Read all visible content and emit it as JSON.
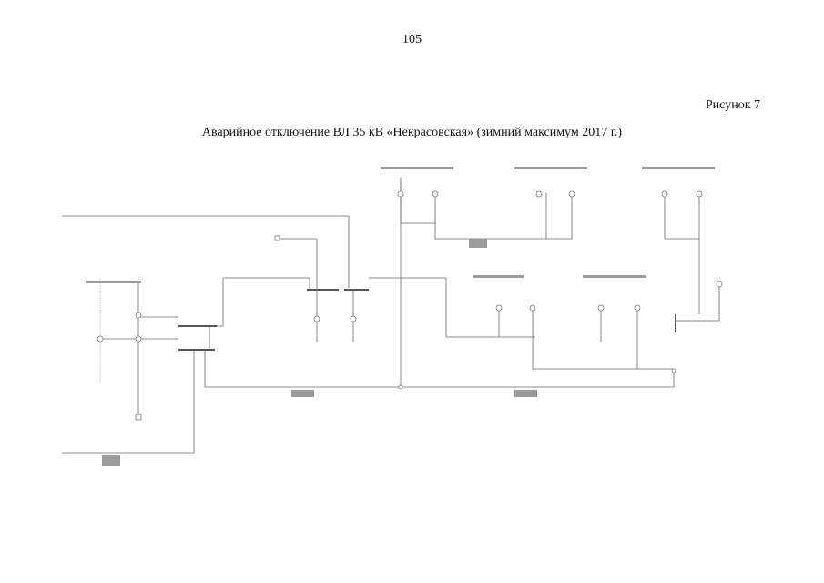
{
  "page": {
    "number": "105",
    "figure_label": "Рисунок 7",
    "caption": "Аварийное отключение ВЛ 35 кВ «Некрасовская» (зимний максимум 2017 г.)"
  },
  "colors": {
    "line": "#6a6a6a",
    "faint_label": "#9b9b9b",
    "background": "#ffffff"
  }
}
